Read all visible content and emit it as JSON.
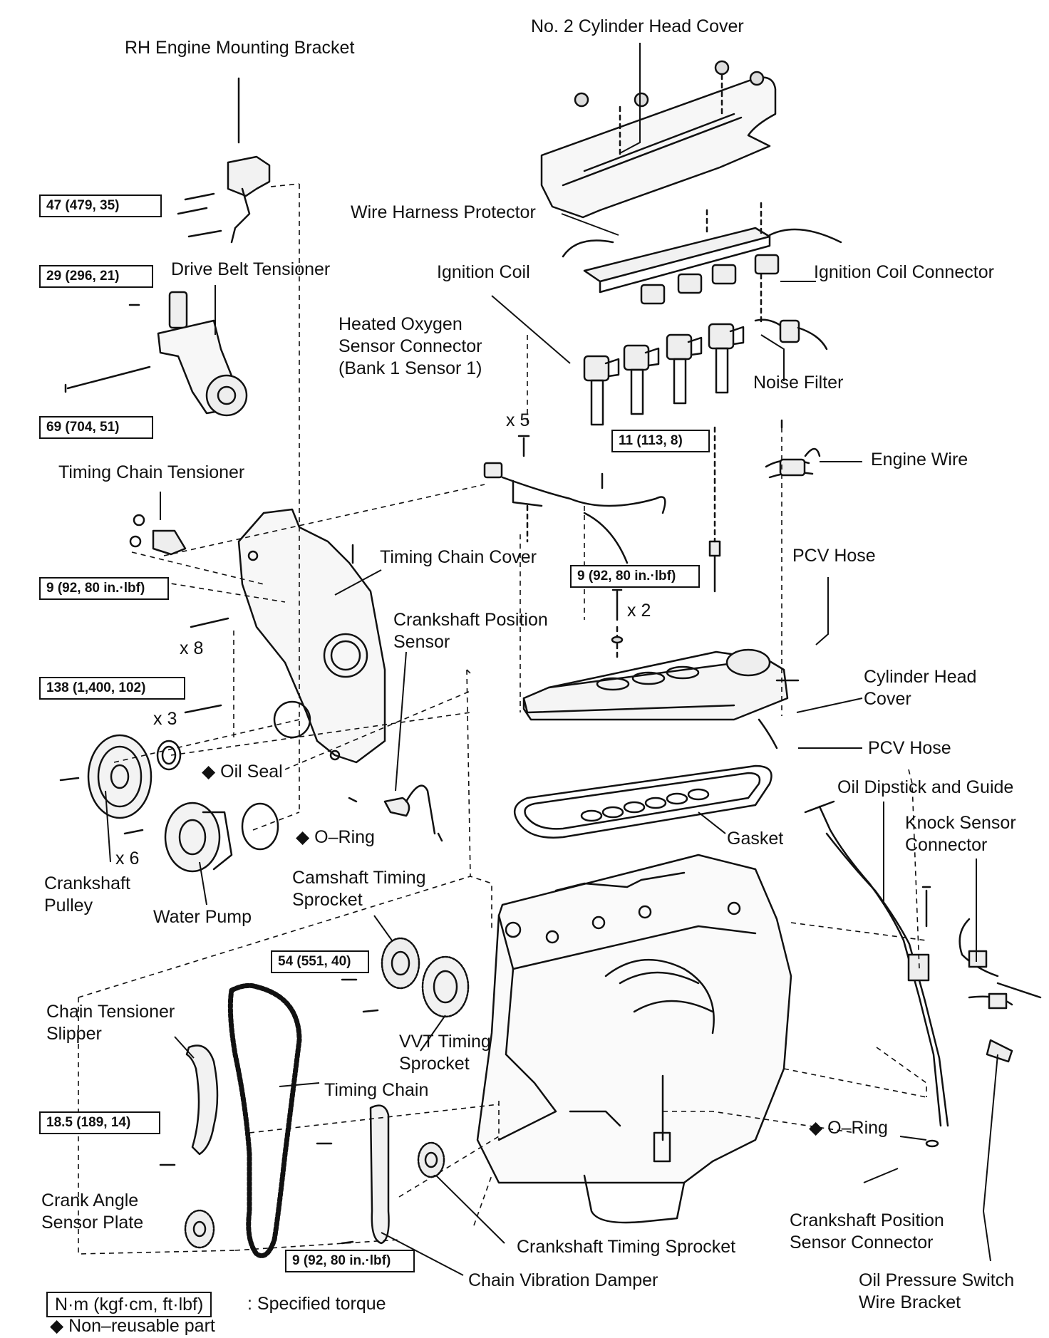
{
  "labels": {
    "rh_engine_mounting_bracket": "RH Engine Mounting Bracket",
    "no2_cylinder_head_cover": "No. 2 Cylinder Head Cover",
    "wire_harness_protector": "Wire Harness Protector",
    "drive_belt_tensioner": "Drive Belt Tensioner",
    "ignition_coil": "Ignition Coil",
    "ignition_coil_connector": "Ignition Coil Connector",
    "heated_oxygen_sensor_connector": "Heated Oxygen\nSensor Connector\n(Bank 1 Sensor 1)",
    "noise_filter": "Noise Filter",
    "x5": "x 5",
    "engine_wire": "Engine Wire",
    "timing_chain_tensioner": "Timing Chain Tensioner",
    "timing_chain_cover": "Timing Chain Cover",
    "pcv_hose_top": "PCV Hose",
    "x2": "x 2",
    "crankshaft_position_sensor": "Crankshaft Position\nSensor",
    "x8": "x 8",
    "cylinder_head_cover": "Cylinder Head\nCover",
    "x3": "x 3",
    "pcv_hose_bottom": "PCV Hose",
    "oil_seal": "◆ Oil Seal",
    "oil_dipstick_and_guide": "Oil Dipstick and Guide",
    "o_ring_cover": "◆ O–Ring",
    "knock_sensor_connector": "Knock Sensor\nConnector",
    "gasket": "Gasket",
    "x6": "x 6",
    "crankshaft_pulley": "Crankshaft\nPulley",
    "water_pump": "Water Pump",
    "camshaft_timing_sprocket": "Camshaft Timing\nSprocket",
    "chain_tensioner_slipper": "Chain Tensioner\nSlipper",
    "vvt_timing_sprocket": "VVT Timing\nSprocket",
    "timing_chain": "Timing Chain",
    "o_ring_dipstick": "◆ O–Ring",
    "crank_angle_sensor_plate": "Crank Angle\nSensor Plate",
    "crankshaft_position_sensor_connector": "Crankshaft Position\nSensor Connector",
    "crankshaft_timing_sprocket": "Crankshaft Timing Sprocket",
    "chain_vibration_damper": "Chain Vibration Damper",
    "oil_pressure_switch_wire_bracket": "Oil Pressure Switch\nWire Bracket"
  },
  "torques": {
    "t47": "47 (479, 35)",
    "t29": "29 (296, 21)",
    "t69": "69 (704, 51)",
    "t11": "11 (113, 8)",
    "t9_tensioner": "9 (92, 80 in.·lbf)",
    "t9_cover": "9 (92, 80 in.·lbf)",
    "t138": "138 (1,400, 102)",
    "t54": "54 (551, 40)",
    "t18_5": "18.5 (189, 14)",
    "t9_damper": "9 (92, 80 in.·lbf)"
  },
  "legend": {
    "units_box": "N·m (kgf·cm, ft·lbf)",
    "units_desc": ": Specified torque",
    "nonreusable": "◆ Non–reusable part"
  }
}
